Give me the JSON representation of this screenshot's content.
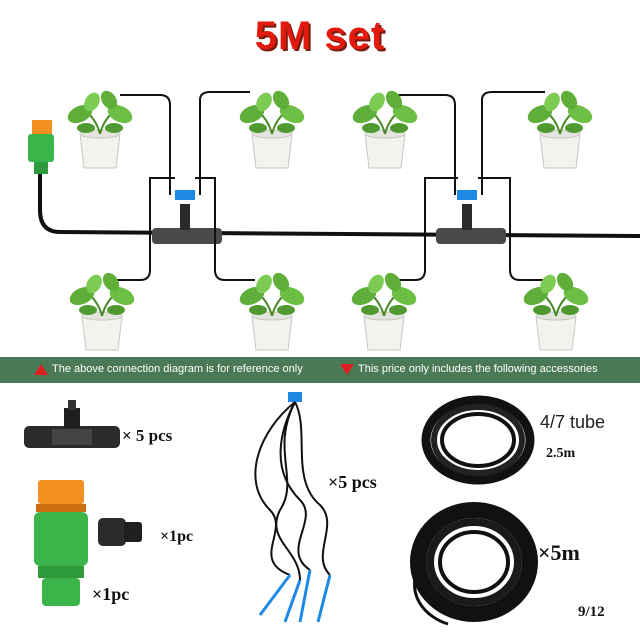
{
  "title": "5M set",
  "banner": {
    "left_text": "The above connection diagram is for reference only",
    "right_text": "This price only includes the following accessories"
  },
  "accessories": {
    "tee_label": "× 5 pcs",
    "dripper_label": "×5 pcs",
    "end_plug_label": "×1pc",
    "faucet_connector_label": "×1pc",
    "tube_name": "4/7  tube",
    "tube_small_length": "2.5m",
    "tube_large_label": "×5m"
  },
  "page_number": "9/12",
  "colors": {
    "title_red": "#e31b0e",
    "banner_green": "#4a7a55",
    "connector_green": "#3bb54a",
    "connector_orange": "#f39020",
    "dripper_blue": "#1e88e5"
  },
  "icons": [
    "plant-pot-icon",
    "tee-connector-icon",
    "faucet-connector-icon",
    "end-plug-icon",
    "dripper-icon",
    "tube-coil-icon"
  ]
}
